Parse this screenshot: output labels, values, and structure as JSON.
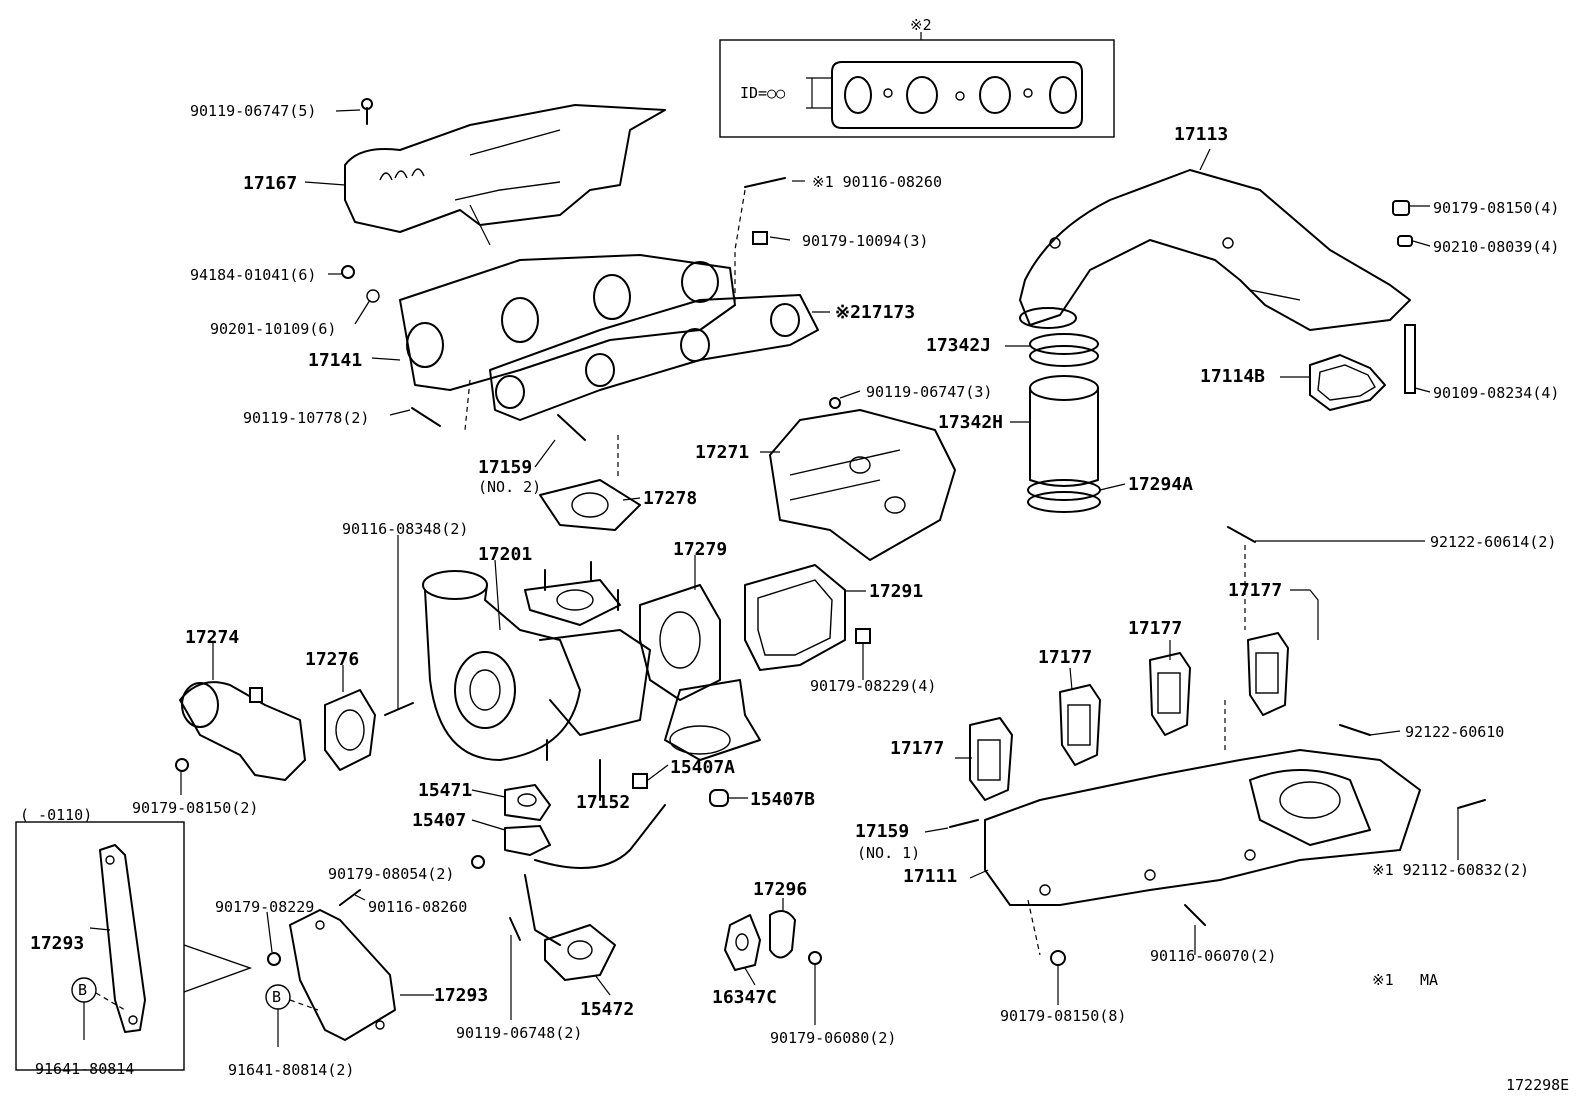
{
  "diagram": {
    "ref_code": "172298E",
    "gasket_box": {
      "mark": "※2",
      "id_label": "ID=○○"
    },
    "footnote": {
      "mark": "※1",
      "text": "MA"
    },
    "inset": {
      "range": "(     -0110)",
      "circle_letter": "B"
    },
    "circle_letter": "B",
    "labels": [
      "90119-06747(5)",
      "17167",
      "94184-01041(6)",
      "90201-10109(6)",
      "17141",
      "90119-10778(2)",
      "17159",
      "(NO. 2)",
      "※1 90116-08260",
      "90179-10094(3)",
      "※217173",
      "90119-06747(3)",
      "17271",
      "17278",
      "90116-08348(2)",
      "17201",
      "17279",
      "17291",
      "90179-08229(4)",
      "17274",
      "17276",
      "90179-08150(2)",
      "15471",
      "15407",
      "17152",
      "15407A",
      "15407B",
      "90179-08054(2)",
      "90179-08229",
      "90116-08260",
      "17293",
      "17293",
      "91641-80814",
      "91641-80814(2)",
      "90119-06748(2)",
      "15472",
      "17296",
      "16347C",
      "90179-06080(2)",
      "17113",
      "90179-08150(4)",
      "90210-08039(4)",
      "17342J",
      "17114B",
      "90109-08234(4)",
      "17342H",
      "17294A",
      "92122-60614(2)",
      "17177",
      "17177",
      "17177",
      "17177",
      "92122-60610",
      "17159",
      "(NO. 1)",
      "17111",
      "※1 92112-60832(2)",
      "90116-06070(2)",
      "90179-08150(8)"
    ]
  }
}
